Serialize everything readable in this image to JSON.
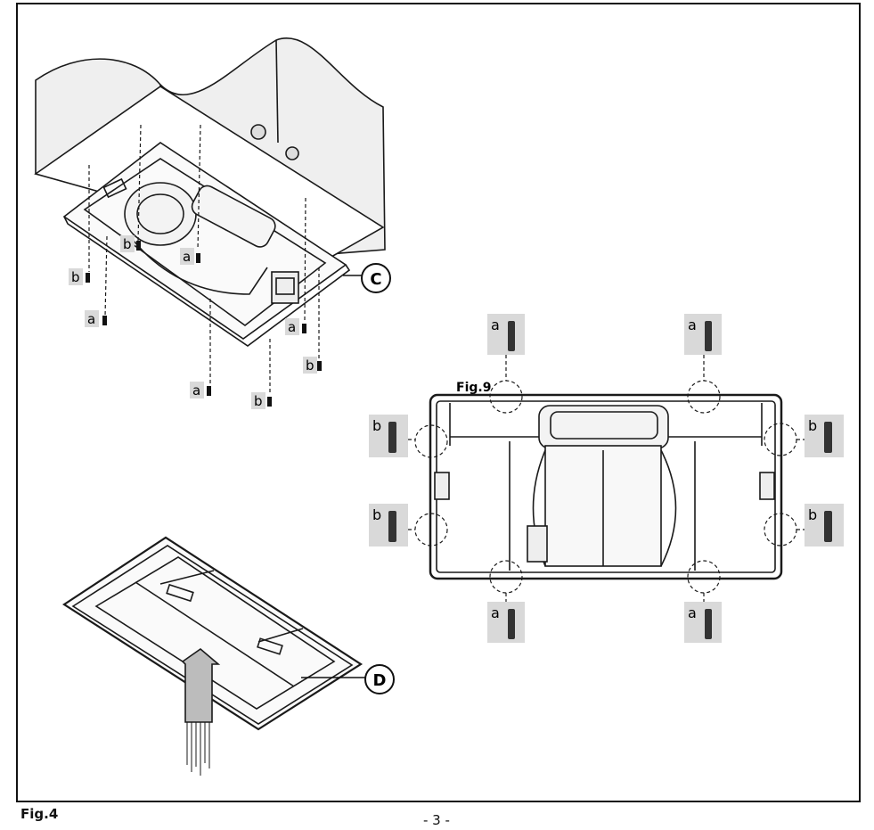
{
  "page": {
    "figure_caption": "Fig.4",
    "page_number": "- 3 -"
  },
  "inset_figure": {
    "caption": "Fig.9"
  },
  "callouts": {
    "c": "C",
    "d": "D"
  },
  "screw_labels": {
    "a": "a",
    "b": "b"
  },
  "colors": {
    "line": "#1a1a1a",
    "label_bg": "#d9d9d9",
    "cabinet_fill": "#efefef"
  }
}
